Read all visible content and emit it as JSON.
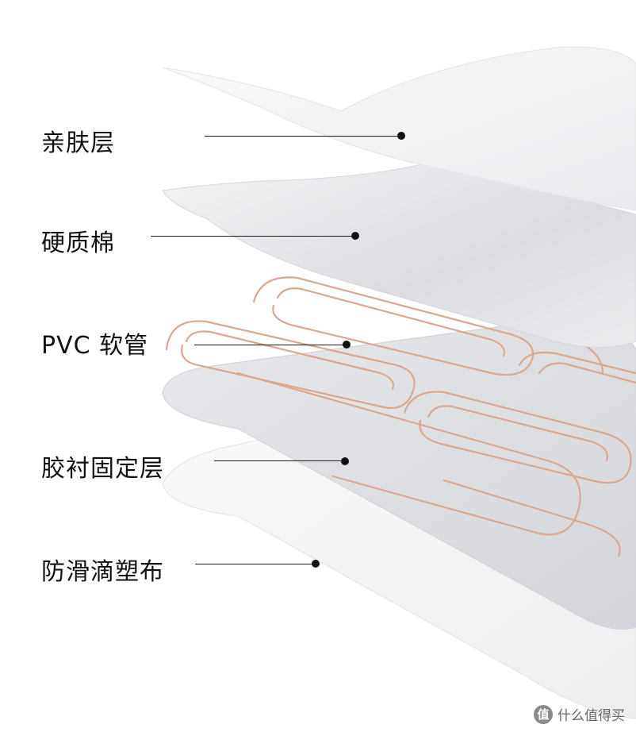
{
  "layers": [
    {
      "id": "skin",
      "label": "亲肤层"
    },
    {
      "id": "cotton",
      "label": "硬质棉"
    },
    {
      "id": "pvc",
      "label": "PVC 软管"
    },
    {
      "id": "adhesive",
      "label": "胶衬固定层"
    },
    {
      "id": "antislip",
      "label": "防滑滴塑布"
    }
  ],
  "watermark": {
    "icon_glyph": "值",
    "text": "什么值得买"
  },
  "colors": {
    "text": "#111111",
    "tube": "#d9a98f",
    "layer_light": "#f3f3f5",
    "layer_mid": "#dcdde1"
  }
}
